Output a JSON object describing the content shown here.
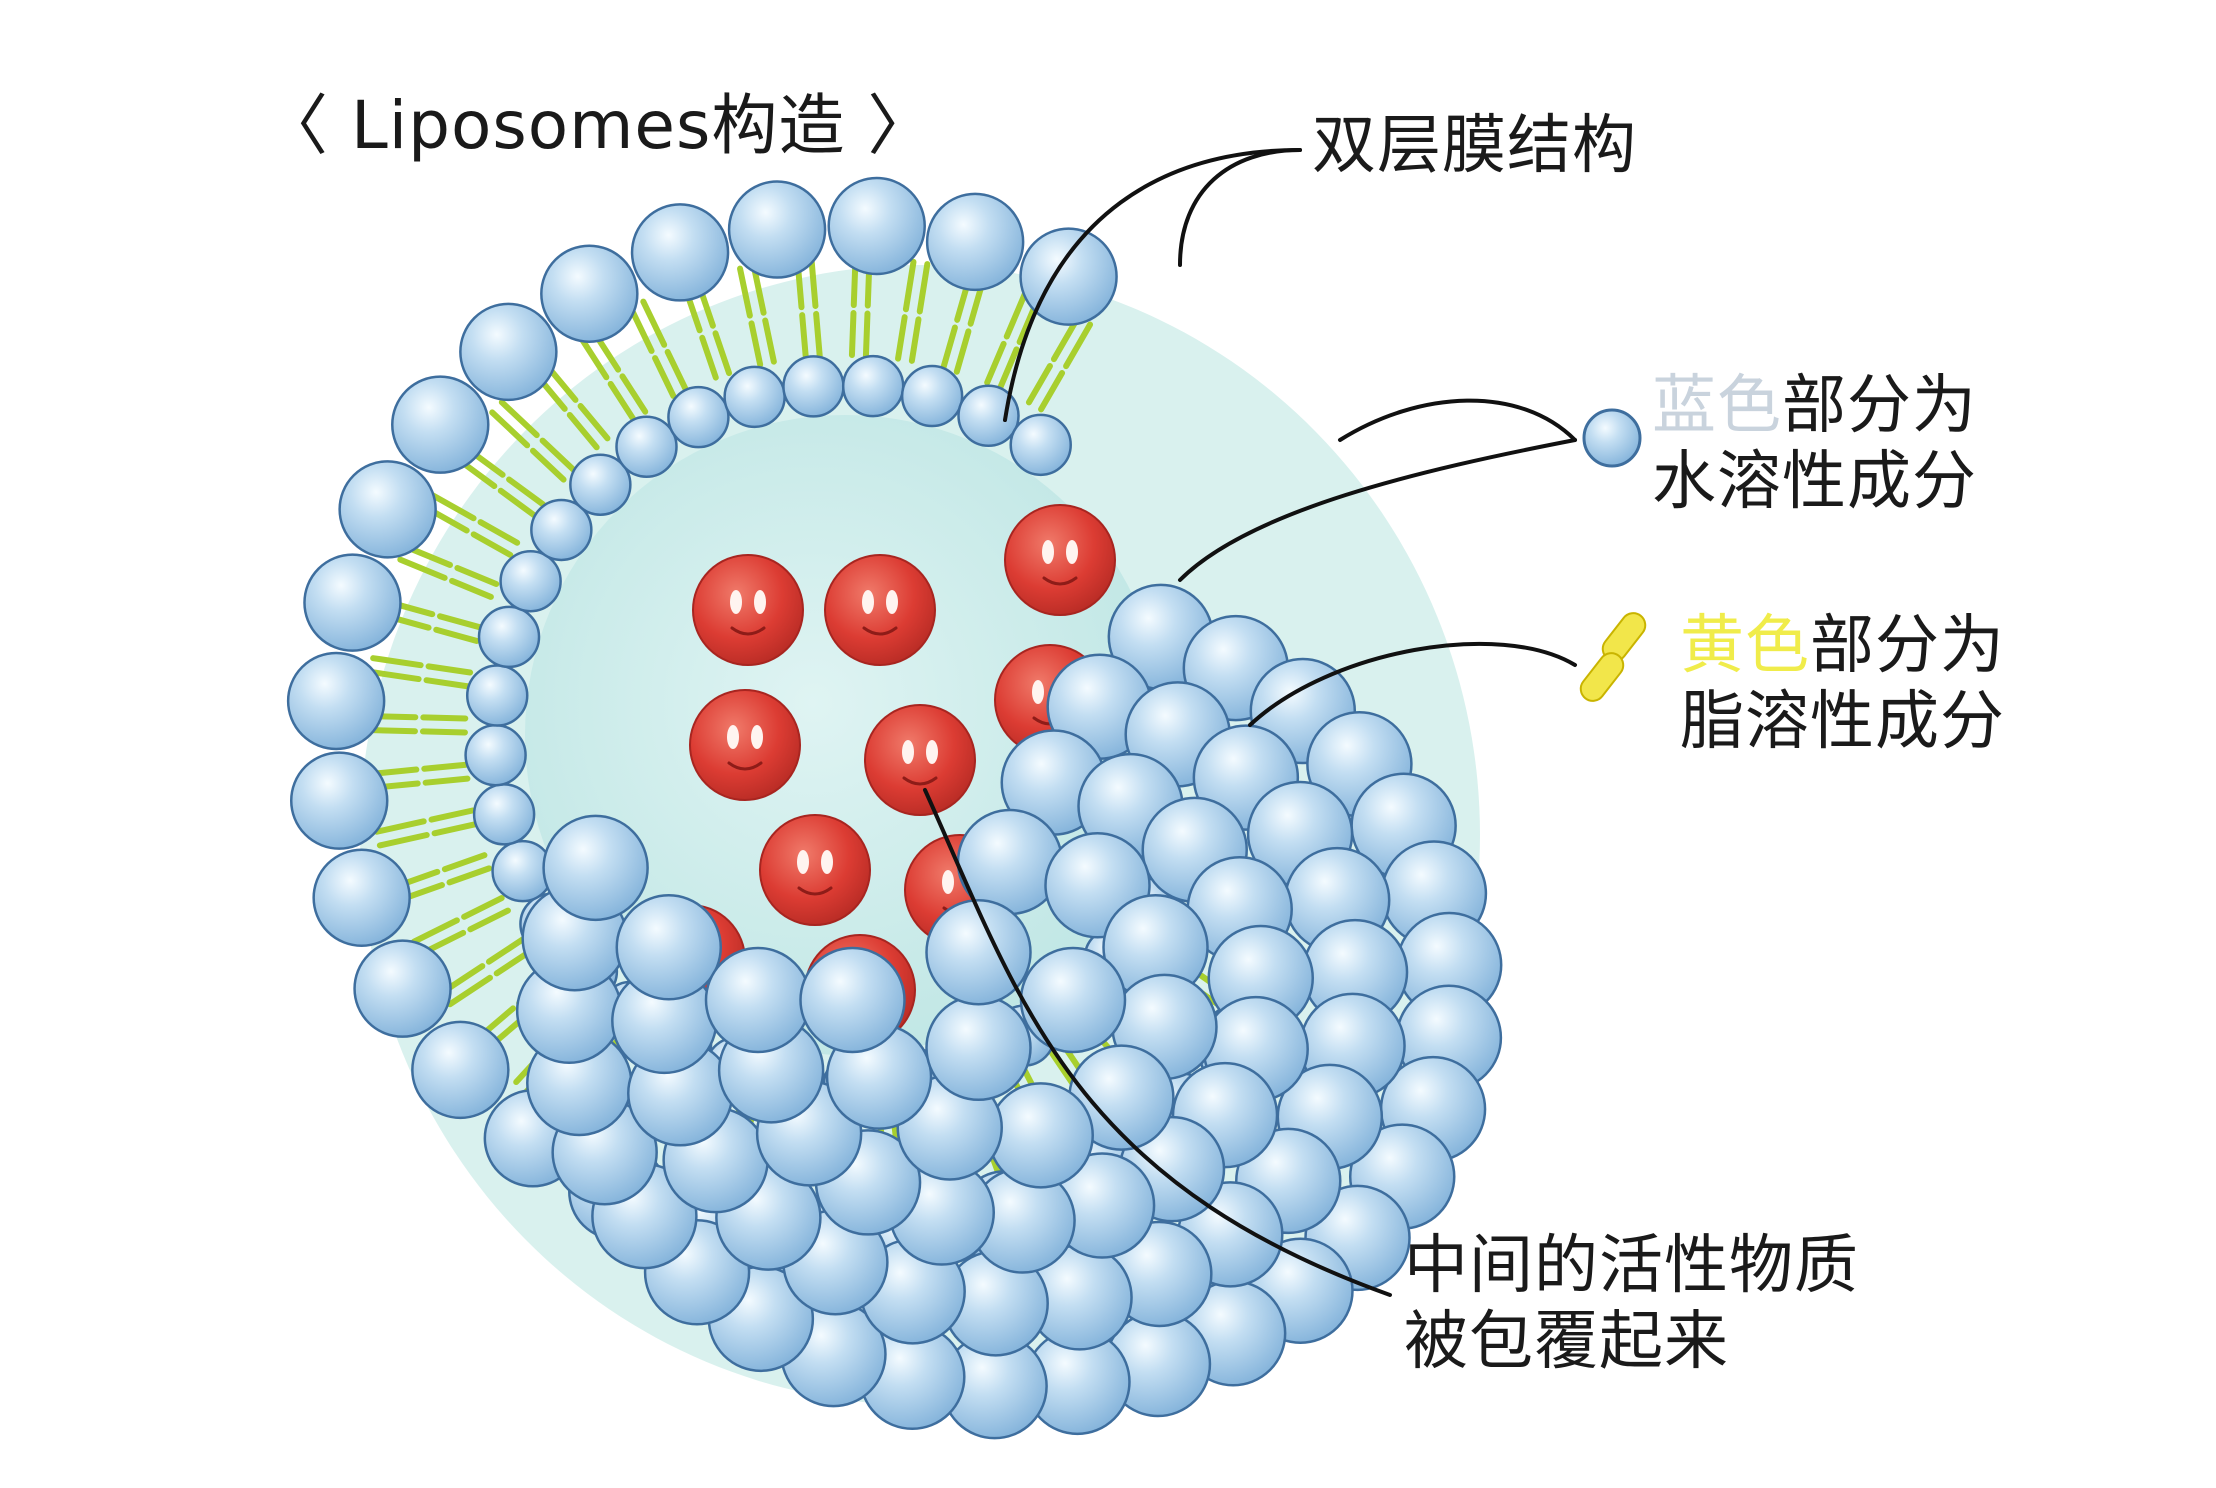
{
  "title": "〈 Liposomes构造 〉",
  "labels": {
    "bilayer": "双层膜结构",
    "blue_highlight": "蓝色",
    "blue_rest": "部分为",
    "blue_line2": "水溶性成分",
    "yellow_highlight": "黄色",
    "yellow_rest": "部分为",
    "yellow_line2": "脂溶性成分",
    "core_line1": "中间的活性物质",
    "core_line2": "被包覆起来"
  },
  "colors": {
    "head_fill": "#a9cdeb",
    "head_stroke": "#3e6e9e",
    "tail": "#a8cf2e",
    "interior": "#d4f0ee",
    "particle": "#dc3c33",
    "leader": "#111111"
  }
}
